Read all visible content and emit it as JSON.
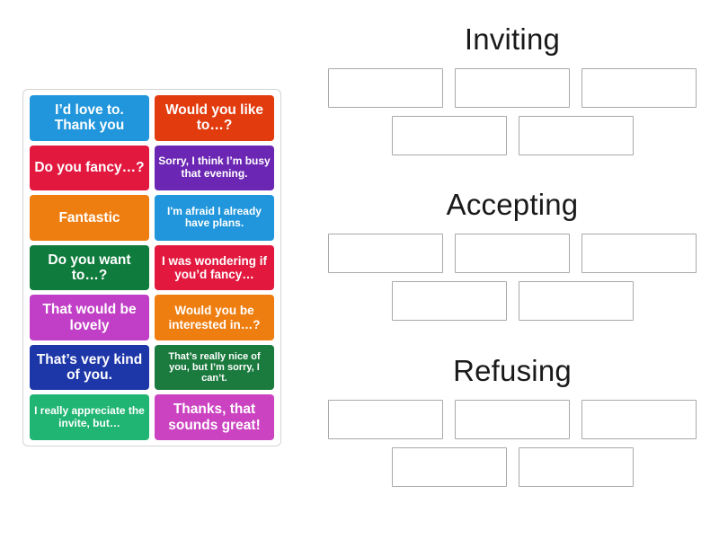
{
  "activity": {
    "type": "group-sort",
    "tile_panel": {
      "name": "draggable-phrase-tiles",
      "tiles": [
        {
          "text": "I’d love to. Thank you",
          "color": "#2196dc",
          "size": "fs-lg",
          "position": "col1-row1"
        },
        {
          "text": "Would you like to…?",
          "color": "#e23b0e",
          "size": "fs-lg",
          "position": "col2-row1"
        },
        {
          "text": "Do you fancy…?",
          "color": "#e2183f",
          "size": "fs-lg",
          "position": "col1-row2"
        },
        {
          "text": "Sorry, I think I’m busy that evening.",
          "color": "#6b27b3",
          "size": "fs-sm",
          "position": "col2-row2"
        },
        {
          "text": "Fantastic",
          "color": "#ef7e10",
          "size": "fs-lg",
          "position": "col1-row3"
        },
        {
          "text": "I'm afraid I already have plans.",
          "color": "#2196dc",
          "size": "fs-sm",
          "position": "col2-row3"
        },
        {
          "text": "Do you want to…?",
          "color": "#0f7b3c",
          "size": "fs-lg",
          "position": "col1-row4"
        },
        {
          "text": "I was wondering if you’d fancy…",
          "color": "#e2183f",
          "size": "fs-md",
          "position": "col2-row4"
        },
        {
          "text": "That would be lovely",
          "color": "#c13fc6",
          "size": "fs-lg",
          "position": "col1-row5"
        },
        {
          "text": "Would you be interested in…?",
          "color": "#ef7e10",
          "size": "fs-md",
          "position": "col2-row5"
        },
        {
          "text": "That’s very kind of you.",
          "color": "#1d36a8",
          "size": "fs-lg",
          "position": "col1-row6"
        },
        {
          "text": "That’s really nice of you, but I’m sorry, I can’t.",
          "color": "#1b7a3e",
          "size": "fs-xs",
          "position": "col2-row6"
        },
        {
          "text": "I really appreciate the invite, but…",
          "color": "#20b573",
          "size": "fs-sm",
          "position": "col1-row7"
        },
        {
          "text": "Thanks, that sounds great!",
          "color": "#cc43c2",
          "size": "fs-lg",
          "position": "col2-row7"
        }
      ]
    },
    "groups": [
      {
        "title": "Inviting",
        "rows": [
          {
            "slots": [
              "",
              "",
              ""
            ]
          },
          {
            "slots": [
              "",
              ""
            ]
          }
        ]
      },
      {
        "title": "Accepting",
        "rows": [
          {
            "slots": [
              "",
              "",
              ""
            ]
          },
          {
            "slots": [
              "",
              ""
            ]
          }
        ]
      },
      {
        "title": "Refusing",
        "rows": [
          {
            "slots": [
              "",
              "",
              ""
            ]
          },
          {
            "slots": [
              "",
              ""
            ]
          }
        ]
      }
    ]
  },
  "colors": {
    "page_background": "#ffffff",
    "panel_border": "#d4d4d4",
    "slot_border": "#a9a9a9",
    "title_text": "#1a1a1a",
    "tile_text": "#ffffff"
  }
}
